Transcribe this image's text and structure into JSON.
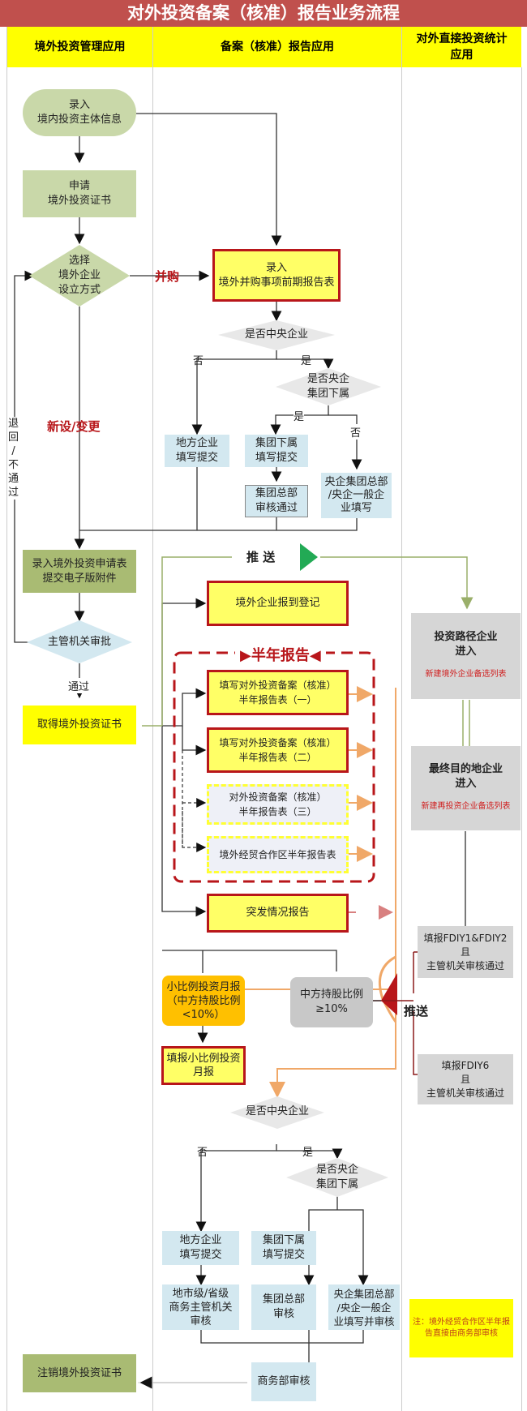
{
  "title": "对外投资备案（核准）报告业务流程",
  "lanes": {
    "left": "境外投资管理应用",
    "middle": "备案（核准）报告应用",
    "right": "对外直接投资统计\n应用"
  },
  "nodes": {
    "enter_domestic": "录入\n境内投资主体信息",
    "apply_cert": "申请\n境外投资证书",
    "choose_method": "选择\n境外企业\n设立方式",
    "enter_ma": "录入\n境外并购事项前期报告表",
    "is_central_1": "是否中央企业",
    "is_group_1": "是否央企\n集团下属",
    "local_submit_1": "地方企业\n填写提交",
    "group_submit_1": "集团下属\n填写提交",
    "group_hq_pass_1": "集团总部\n审核通过",
    "central_hq_fill_1": "央企集团总部\n/央企一般企\n业填写",
    "enter_application": "录入境外投资申请表\n提交电子版附件",
    "authority_approve": "主管机关审批",
    "obtain_cert": "取得境外投资证书",
    "overseas_register": "境外企业报到登记",
    "half_year_title": "半年报告",
    "half_report_1": "填写对外投资备案（核准）\n半年报告表（一）",
    "half_report_2": "填写对外投资备案（核准）\n半年报告表（二）",
    "half_report_3": "对外投资备案（核准）\n半年报告表（三）",
    "zone_report": "境外经贸合作区半年报告表",
    "emergency_report": "突发情况报告",
    "small_monthly": "小比例投资月报\n（中方持股比例\n<10%）",
    "fill_small_monthly": "填报小比例投资\n月报",
    "ratio_ge10": "中方持股比例\n≥10%",
    "route_enterprise_title": "投资路径企业\n进入",
    "route_enterprise_sub": "新建境外企业备选列表",
    "final_enterprise_title": "最终目的地企业\n进入",
    "final_enterprise_sub": "新建再投资企业备选列表",
    "fdiy12": "填报FDIY1&FDIY2\n且\n主管机关审核通过",
    "fdiy6": "填报FDIY6\n且\n主管机关审核通过",
    "is_central_2": "是否中央企业",
    "is_group_2": "是否央企\n集团下属",
    "local_submit_2": "地方企业\n填写提交",
    "group_submit_2": "集团下属\n填写提交",
    "city_province_review": "地市级/省级\n商务主管机关\n审核",
    "group_hq_review": "集团总部\n审核",
    "central_hq_fill_review": "央企集团总部\n/央企一般企\n业填写并审核",
    "mofcom_review": "商务部审核",
    "cancel_cert": "注销境外投资证书",
    "note": "注：境外经贸合作区半年报告直接由商务部审核"
  },
  "labels": {
    "ma": "并购",
    "new_change": "新设/变更",
    "return_fail": "退\n回\n/\n不\n通\n过",
    "pass": "通过",
    "push_1": "推 送",
    "push_2": "推送",
    "no": "否",
    "yes": "是"
  },
  "colors": {
    "title_bg": "#c0504d",
    "header_bg": "#ffff00",
    "accent_red": "#b8161a",
    "green_box": "#c9d8a9",
    "blue_box": "#d3e8f0",
    "orange_flow": "#f0a868",
    "push_green": "#22aa55"
  }
}
